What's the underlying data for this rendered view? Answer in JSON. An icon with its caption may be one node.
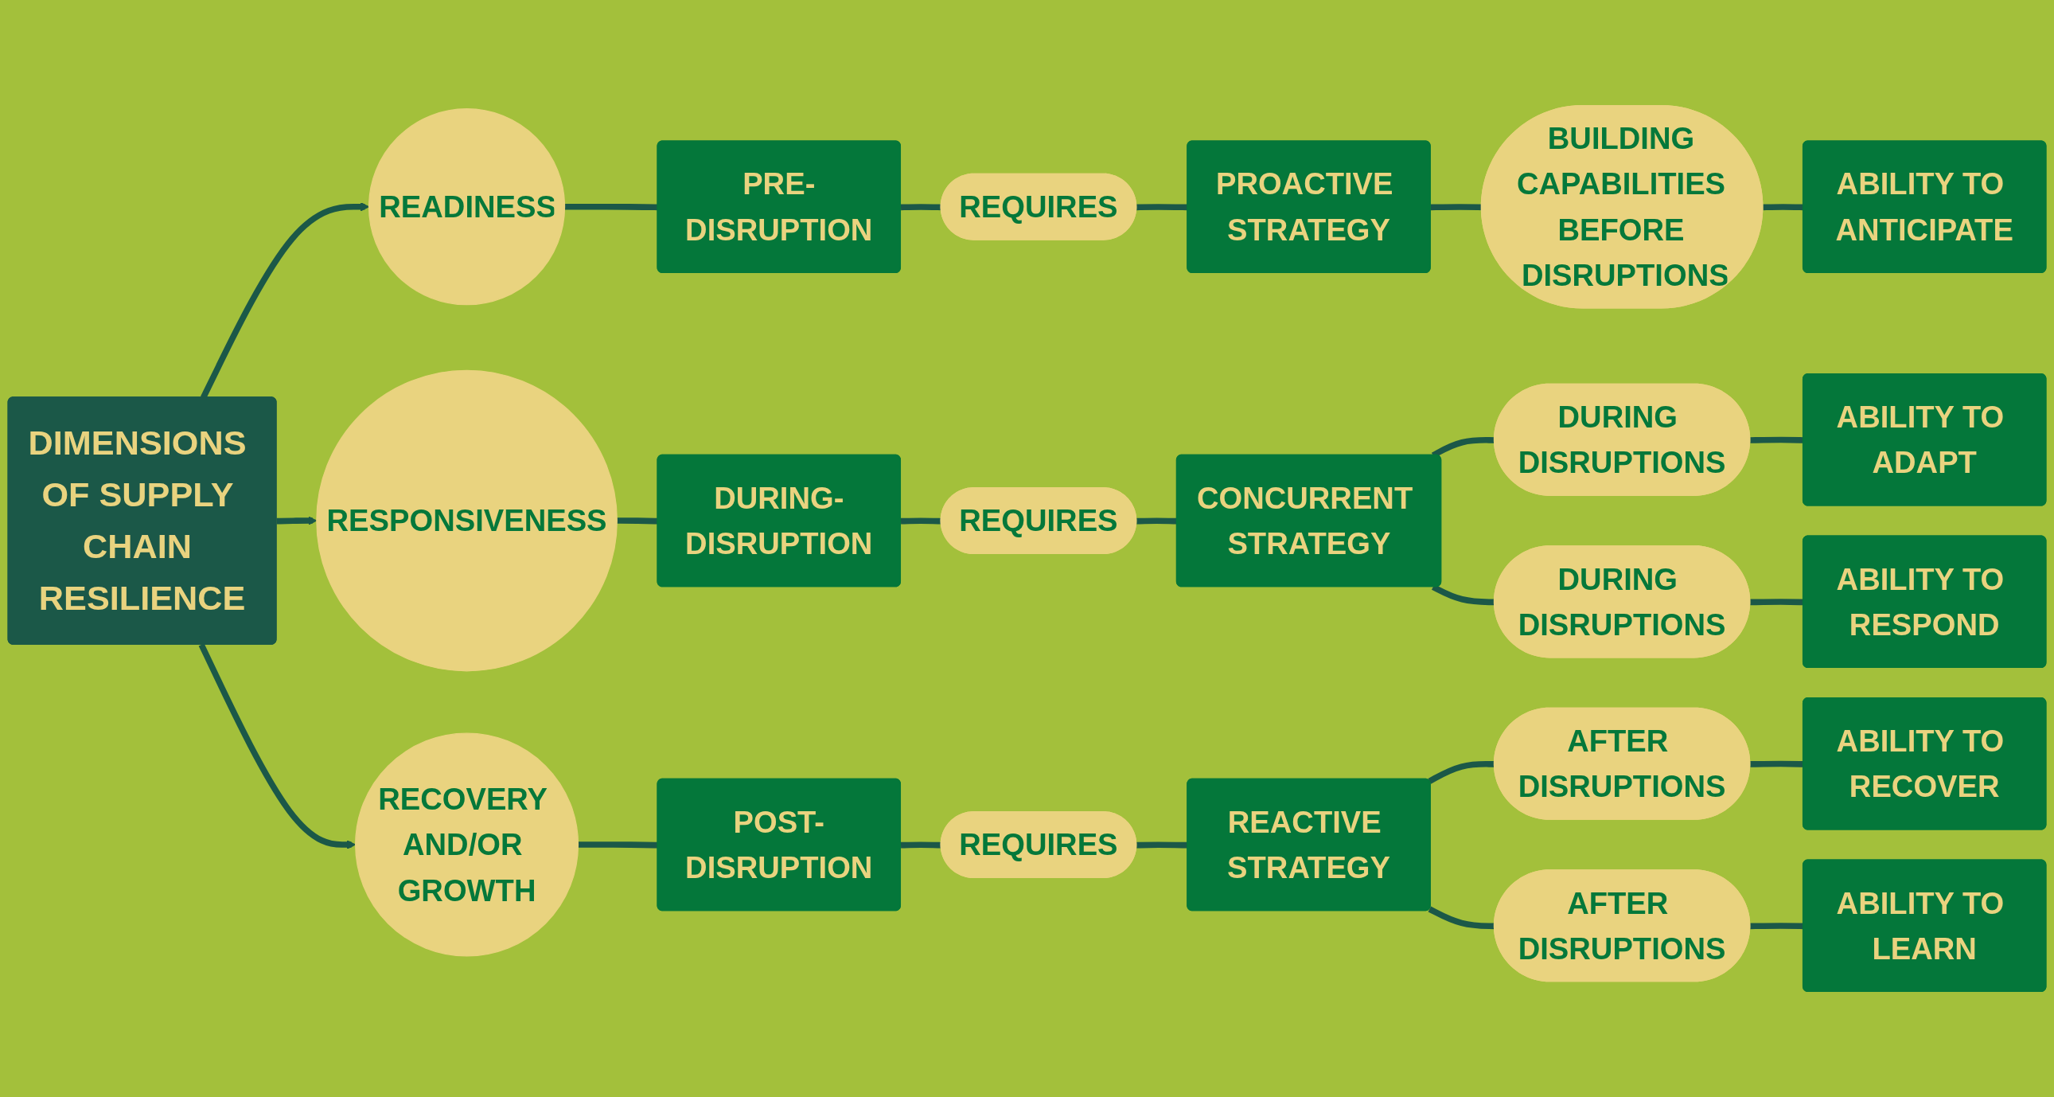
{
  "diagram": {
    "nodes": [
      {
        "text": [
          "DIMENSIONS OF SUPPLY CHAIN RESILIENCE"
        ]
      },
      {
        "text": [
          "READINESS"
        ]
      },
      {
        "text": [
          "PRE-DISRUPTION"
        ]
      },
      {
        "text": [
          "REQUIRES"
        ]
      },
      {
        "text": [
          "PROACTIVE STRATEGY"
        ]
      },
      {
        "text": [
          "BUILDING CAPABILITIES BEFORE DISRUPTIONS"
        ]
      },
      {
        "text": [
          "ABILITY TO ANTICIPATE"
        ]
      },
      {
        "text": [
          "RESPONSIVENESS"
        ]
      },
      {
        "text": [
          "DURING-DISRUPTION"
        ]
      },
      {
        "text": [
          "REQUIRES"
        ]
      },
      {
        "text": [
          "CONCURRENT STRATEGY"
        ]
      },
      {
        "text": [
          "DURING DISRUPTIONS"
        ]
      },
      {
        "text": [
          "ABILITY TO ADAPT"
        ]
      },
      {
        "text": [
          "DURING DISRUPTIONS"
        ]
      },
      {
        "text": [
          "ABILITY TO RESPOND"
        ]
      },
      {
        "text": [
          "RECOVERY AND/OR GROWTH"
        ]
      },
      {
        "text": [
          "POST-DISRUPTION"
        ]
      },
      {
        "text": [
          "REQUIRES"
        ]
      },
      {
        "text": [
          "REACTIVE STRATEGY"
        ]
      },
      {
        "text": [
          "AFTER DISRUPTIONS"
        ]
      },
      {
        "text": [
          "ABILITY TO RECOVER"
        ]
      },
      {
        "text": [
          "AFTER DISRUPTIONS"
        ]
      },
      {
        "text": [
          "ABILITY TO LEARN"
        ]
      }
    ],
    "edges": [
      {
        "from": 0,
        "to": 1,
        "arrow": "to"
      },
      {
        "from": 0,
        "to": 7,
        "arrow": "to"
      },
      {
        "from": 0,
        "to": 15,
        "arrow": "to"
      },
      {
        "from": 1,
        "to": 2,
        "arrow": "none"
      },
      {
        "from": 2,
        "to": 3,
        "arrow": "none"
      },
      {
        "from": 3,
        "to": 4,
        "arrow": "none"
      },
      {
        "from": 4,
        "to": 5,
        "arrow": "none"
      },
      {
        "from": 5,
        "to": 6,
        "arrow": "none"
      },
      {
        "from": 7,
        "to": 8,
        "arrow": "none"
      },
      {
        "from": 8,
        "to": 9,
        "arrow": "none"
      },
      {
        "from": 9,
        "to": 10,
        "arrow": "none"
      },
      {
        "from": 10,
        "to": 11,
        "arrow": "none"
      },
      {
        "from": 11,
        "to": 12,
        "arrow": "none"
      },
      {
        "from": 10,
        "to": 13,
        "arrow": "none"
      },
      {
        "from": 13,
        "to": 14,
        "arrow": "none"
      },
      {
        "from": 15,
        "to": 16,
        "arrow": "none"
      },
      {
        "from": 16,
        "to": 17,
        "arrow": "none"
      },
      {
        "from": 17,
        "to": 18,
        "arrow": "none"
      },
      {
        "from": 18,
        "to": 19,
        "arrow": "none"
      },
      {
        "from": 19,
        "to": 20,
        "arrow": "none"
      },
      {
        "from": 18,
        "to": 21,
        "arrow": "none"
      },
      {
        "from": 21,
        "to": 22,
        "arrow": "none"
      }
    ]
  }
}
